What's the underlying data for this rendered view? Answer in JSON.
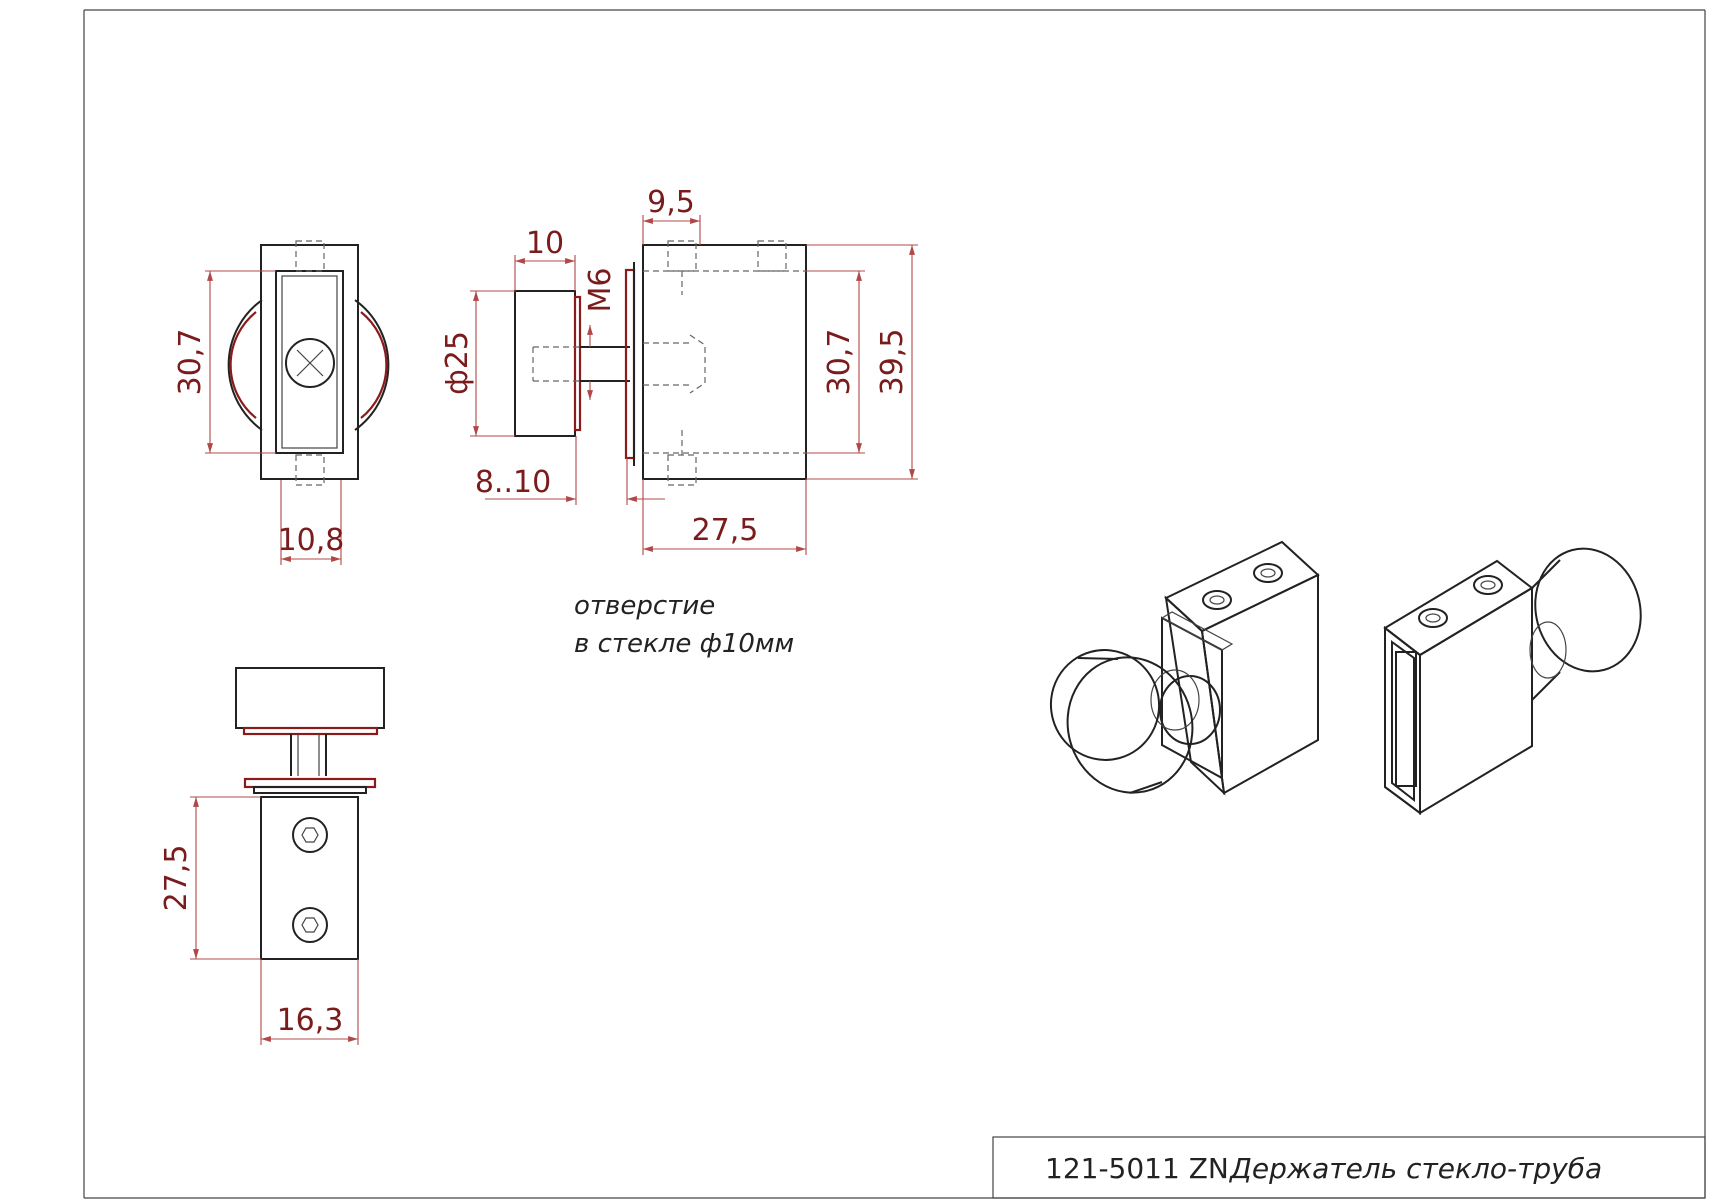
{
  "dimensions": {
    "front_height": "30,7",
    "front_width": "10,8",
    "knob_diameter": "ф25",
    "knob_thickness": "10",
    "thread": "M6",
    "glass_range": "8..10",
    "block_offset": "9,5",
    "block_inner_height": "30,7",
    "block_height": "39,5",
    "block_depth": "27,5",
    "bottom_height": "27,5",
    "bottom_width": "16,3"
  },
  "note": {
    "line1": "отверстие",
    "line2": "в стекле ф10мм"
  },
  "title_block": {
    "code": "121-5011 ZN",
    "title": "Держатель стекло-труба"
  },
  "colors": {
    "line": "#222222",
    "dimension": "#b04848",
    "dimension_text": "#7a1c1c",
    "gasket": "#8b1a1a"
  }
}
